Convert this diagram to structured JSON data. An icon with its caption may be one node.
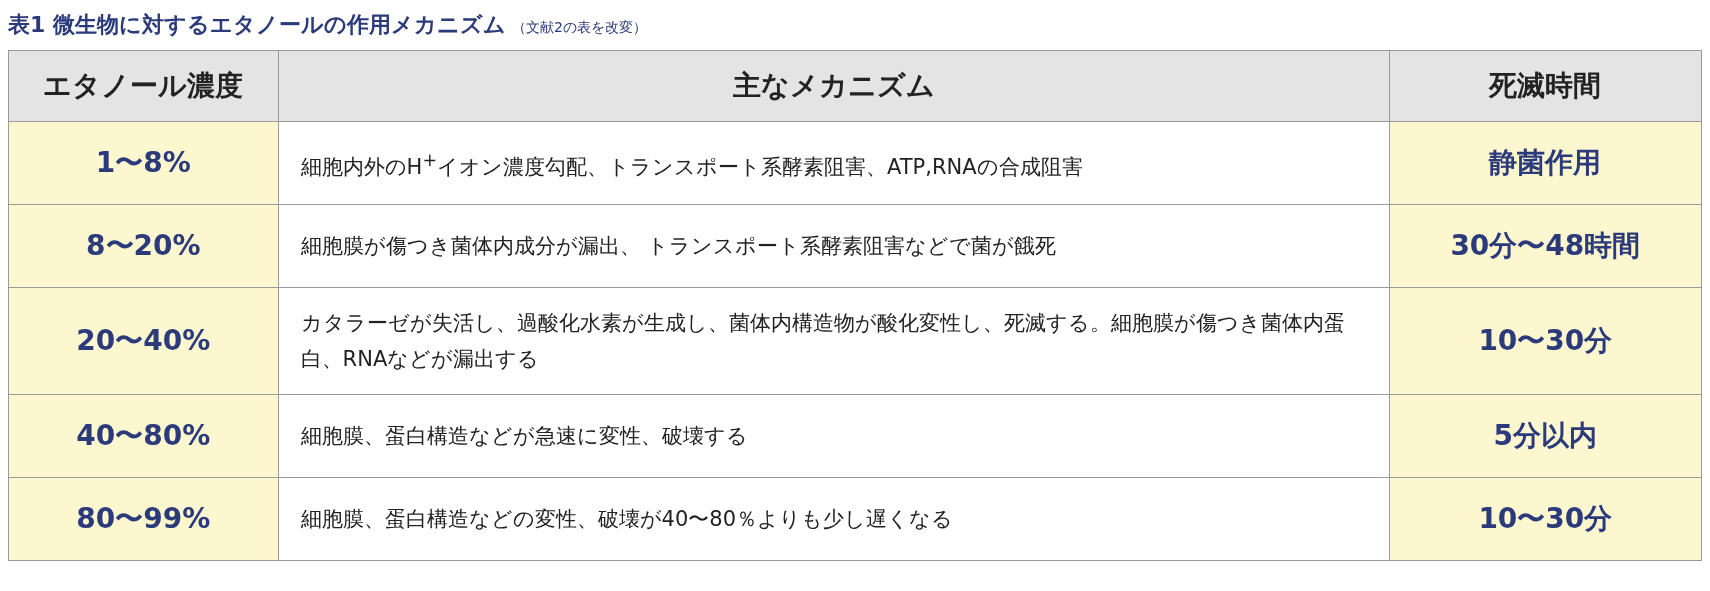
{
  "diagram": {
    "title": "表1 微生物に対するエタノールの作用メカニズム",
    "labels": [
      "（文献2の表を改変）",
      "エタノール濃度",
      "主なメカニズム",
      "死滅時間",
      "1〜8%",
      "細胞内外のH$^{+}$イオン濃度勾配、トランスポート系酵素阻害、ATP,RNAの合成阻害",
      "静菌作用",
      "8〜20%",
      "細胞膜が傷つき菌体内成分が漏出、 トランスポート系酵素阻害などで菌が餓死",
      "30分〜48時間",
      "20〜40%",
      "カタラーゼが失活し、過酸化水素が生成し、菌体内構造物が酸化変性し、死滅する。細胞膜が傷つき菌体内蛋白、RNAなどが漏出する",
      "10〜30分",
      "40〜80%",
      "細胞膜、蛋白構造などが急速に変性、破壊する",
      "5分以内",
      "80〜99%",
      "細胞膜、蛋白構造などの変性、破壊が40〜80％よりも少し遅くなる",
      "10〜30分"
    ]
  }
}
